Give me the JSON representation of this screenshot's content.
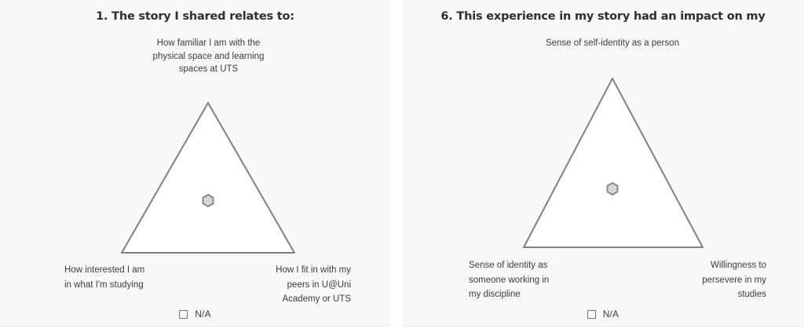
{
  "page": {
    "background": "#ffffff",
    "panel_background": "#f8f8f8",
    "text_color": "#3b3b41",
    "stroke_color": "#808085",
    "marker_fill": "#d6d6d6",
    "marker_stroke": "#8a8a8e"
  },
  "panels": [
    {
      "id": "question-1",
      "title": "1. The story I shared relates to:",
      "apex_label": "How familiar I am\nwith the physical\nspace and learning\nspaces at UTS",
      "bottom_left_label": "How interested I am\nin what I'm studying",
      "bottom_right_label": "How I fit in with my\npeers in U@Uni\nAcademy or UTS",
      "na_label": "N/A",
      "na_checked": false,
      "marker": {
        "shape": "hexagon",
        "x_pct": 50,
        "y_pct": 66
      }
    },
    {
      "id": "question-6",
      "title": "6. This experience in my story had an impact on my",
      "apex_label": "Sense of self-identity\nas a person",
      "bottom_left_label": "Sense of identity as\nsomeone working in\nmy discipline",
      "bottom_right_label": "Willingness to\npersevere in my\nstudies",
      "na_label": "N/A",
      "na_checked": false,
      "marker": {
        "shape": "hexagon",
        "x_pct": 50,
        "y_pct": 66
      }
    }
  ]
}
